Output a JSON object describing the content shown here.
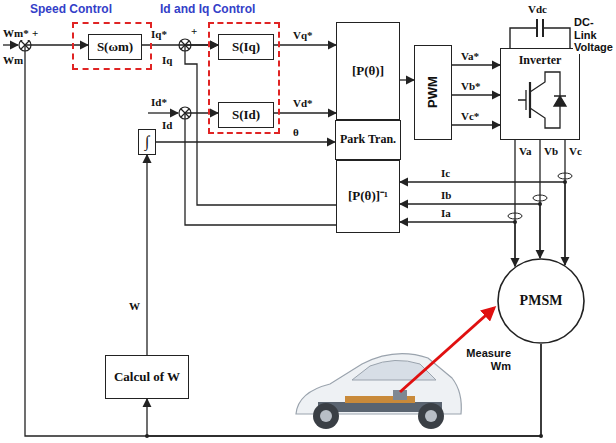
{
  "diagram": {
    "nodes": [
      {
        "text": [
          "Speed Control"
        ]
      },
      {
        "text": [
          "S(ωm)"
        ],
        "in": 0
      },
      {
        "text": [
          "Id and Iq Control"
        ]
      },
      {
        "text": [
          "S(Iq)"
        ],
        "in": 2
      },
      {
        "text": [
          "S(Id)"
        ],
        "in": 2
      },
      {
        "text": [
          "∫"
        ]
      },
      {
        "text": [
          "[P(θ)]"
        ]
      },
      {
        "text": [
          "Park Tran."
        ]
      },
      {
        "text": [
          "[P(θ)]⁻¹"
        ]
      },
      {
        "text": [
          "PWM"
        ]
      },
      {
        "text": [
          "Inverter"
        ]
      },
      {
        "text": [
          "PMSM"
        ]
      },
      {
        "text": [
          "Calcul of W"
        ]
      }
    ],
    "edges": [
      {
        "from": 1,
        "to": 3,
        "arrow": "to",
        "label": "Iq*"
      },
      {
        "from": 3,
        "to": 6,
        "arrow": "to",
        "label": "Vq*"
      },
      {
        "from": 4,
        "to": 6,
        "arrow": "to",
        "label": "Vd*"
      },
      {
        "from": 6,
        "to": 9,
        "arrow": "to"
      },
      {
        "from": 9,
        "to": 10,
        "arrow": "to",
        "label": "Va*"
      },
      {
        "from": 9,
        "to": 10,
        "arrow": "to",
        "label": "Vb*"
      },
      {
        "from": 9,
        "to": 10,
        "arrow": "to",
        "label": "Vc*"
      },
      {
        "from": 10,
        "to": 11,
        "arrow": "to",
        "label": "Va"
      },
      {
        "from": 10,
        "to": 11,
        "arrow": "to",
        "label": "Vb"
      },
      {
        "from": 10,
        "to": 11,
        "arrow": "to",
        "label": "Vc"
      },
      {
        "from": 11,
        "to": 8,
        "arrow": "to",
        "label": "Ic"
      },
      {
        "from": 11,
        "to": 8,
        "arrow": "to",
        "label": "Ib"
      },
      {
        "from": 11,
        "to": 8,
        "arrow": "to",
        "label": "Ia"
      },
      {
        "from": 8,
        "to": 3,
        "arrow": "to"
      },
      {
        "from": 8,
        "to": 4,
        "arrow": "to"
      },
      {
        "from": 5,
        "to": 7,
        "arrow": "to",
        "label": "θ"
      },
      {
        "from": 11,
        "to": 12,
        "arrow": "to"
      },
      {
        "from": 11,
        "to": 1,
        "arrow": "to"
      },
      {
        "from": 12,
        "to": 5,
        "arrow": "to",
        "label": "W"
      }
    ],
    "labels": [
      "Wm*",
      "+",
      "Wm",
      "+",
      "Iq",
      "Id*",
      "Id",
      "Vdc",
      "DC-Link Voltage",
      "Measure Wm"
    ]
  }
}
